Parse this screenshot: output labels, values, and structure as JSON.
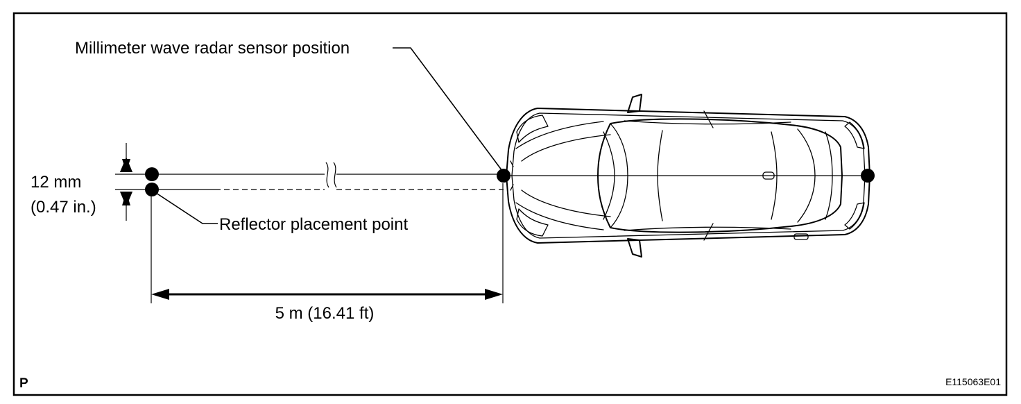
{
  "labels": {
    "sensor_position": "Millimeter wave radar sensor position",
    "reflector_point": "Reflector placement point",
    "height_mm": "12 mm",
    "height_in": "(0.47 in.)",
    "distance": "5 m (16.41 ft)",
    "corner_letter": "P",
    "figure_code": "E115063E01"
  }
}
